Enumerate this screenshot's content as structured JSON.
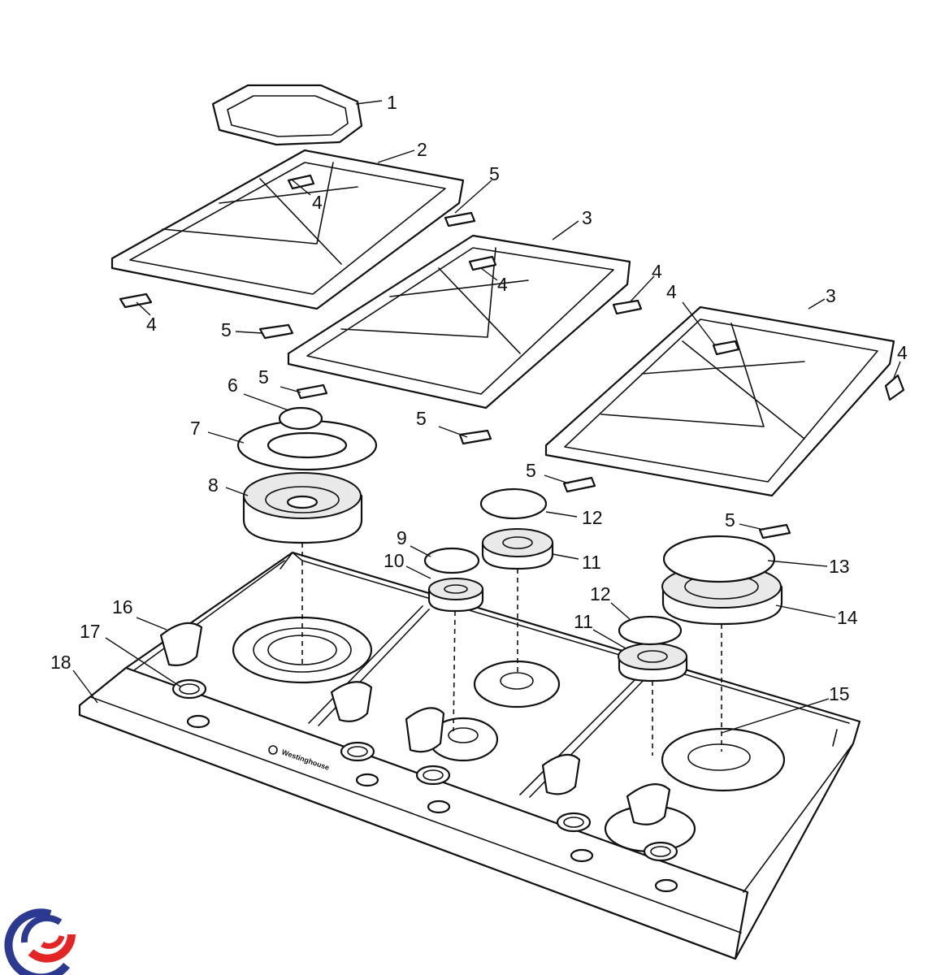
{
  "diagram": {
    "brand_text": "Westinghouse",
    "callouts": [
      {
        "id": "c1",
        "label": "1"
      },
      {
        "id": "c2",
        "label": "2"
      },
      {
        "id": "c3a",
        "label": "3"
      },
      {
        "id": "c3b",
        "label": "3"
      },
      {
        "id": "c4a",
        "label": "4"
      },
      {
        "id": "c4b",
        "label": "4"
      },
      {
        "id": "c4c",
        "label": "4"
      },
      {
        "id": "c4d",
        "label": "4"
      },
      {
        "id": "c4e",
        "label": "4"
      },
      {
        "id": "c4f",
        "label": "4"
      },
      {
        "id": "c5a",
        "label": "5"
      },
      {
        "id": "c5b",
        "label": "5"
      },
      {
        "id": "c5c",
        "label": "5"
      },
      {
        "id": "c5d",
        "label": "5"
      },
      {
        "id": "c5e",
        "label": "5"
      },
      {
        "id": "c5f",
        "label": "5"
      },
      {
        "id": "c6",
        "label": "6"
      },
      {
        "id": "c7",
        "label": "7"
      },
      {
        "id": "c8",
        "label": "8"
      },
      {
        "id": "c9",
        "label": "9"
      },
      {
        "id": "c10",
        "label": "10"
      },
      {
        "id": "c11a",
        "label": "11"
      },
      {
        "id": "c11b",
        "label": "11"
      },
      {
        "id": "c12a",
        "label": "12"
      },
      {
        "id": "c12b",
        "label": "12"
      },
      {
        "id": "c13",
        "label": "13"
      },
      {
        "id": "c14",
        "label": "14"
      },
      {
        "id": "c15",
        "label": "15"
      },
      {
        "id": "c16",
        "label": "16"
      },
      {
        "id": "c17",
        "label": "17"
      },
      {
        "id": "c18",
        "label": "18"
      }
    ],
    "logo_colors": {
      "blue": "#2b3990",
      "red": "#e32526"
    }
  }
}
